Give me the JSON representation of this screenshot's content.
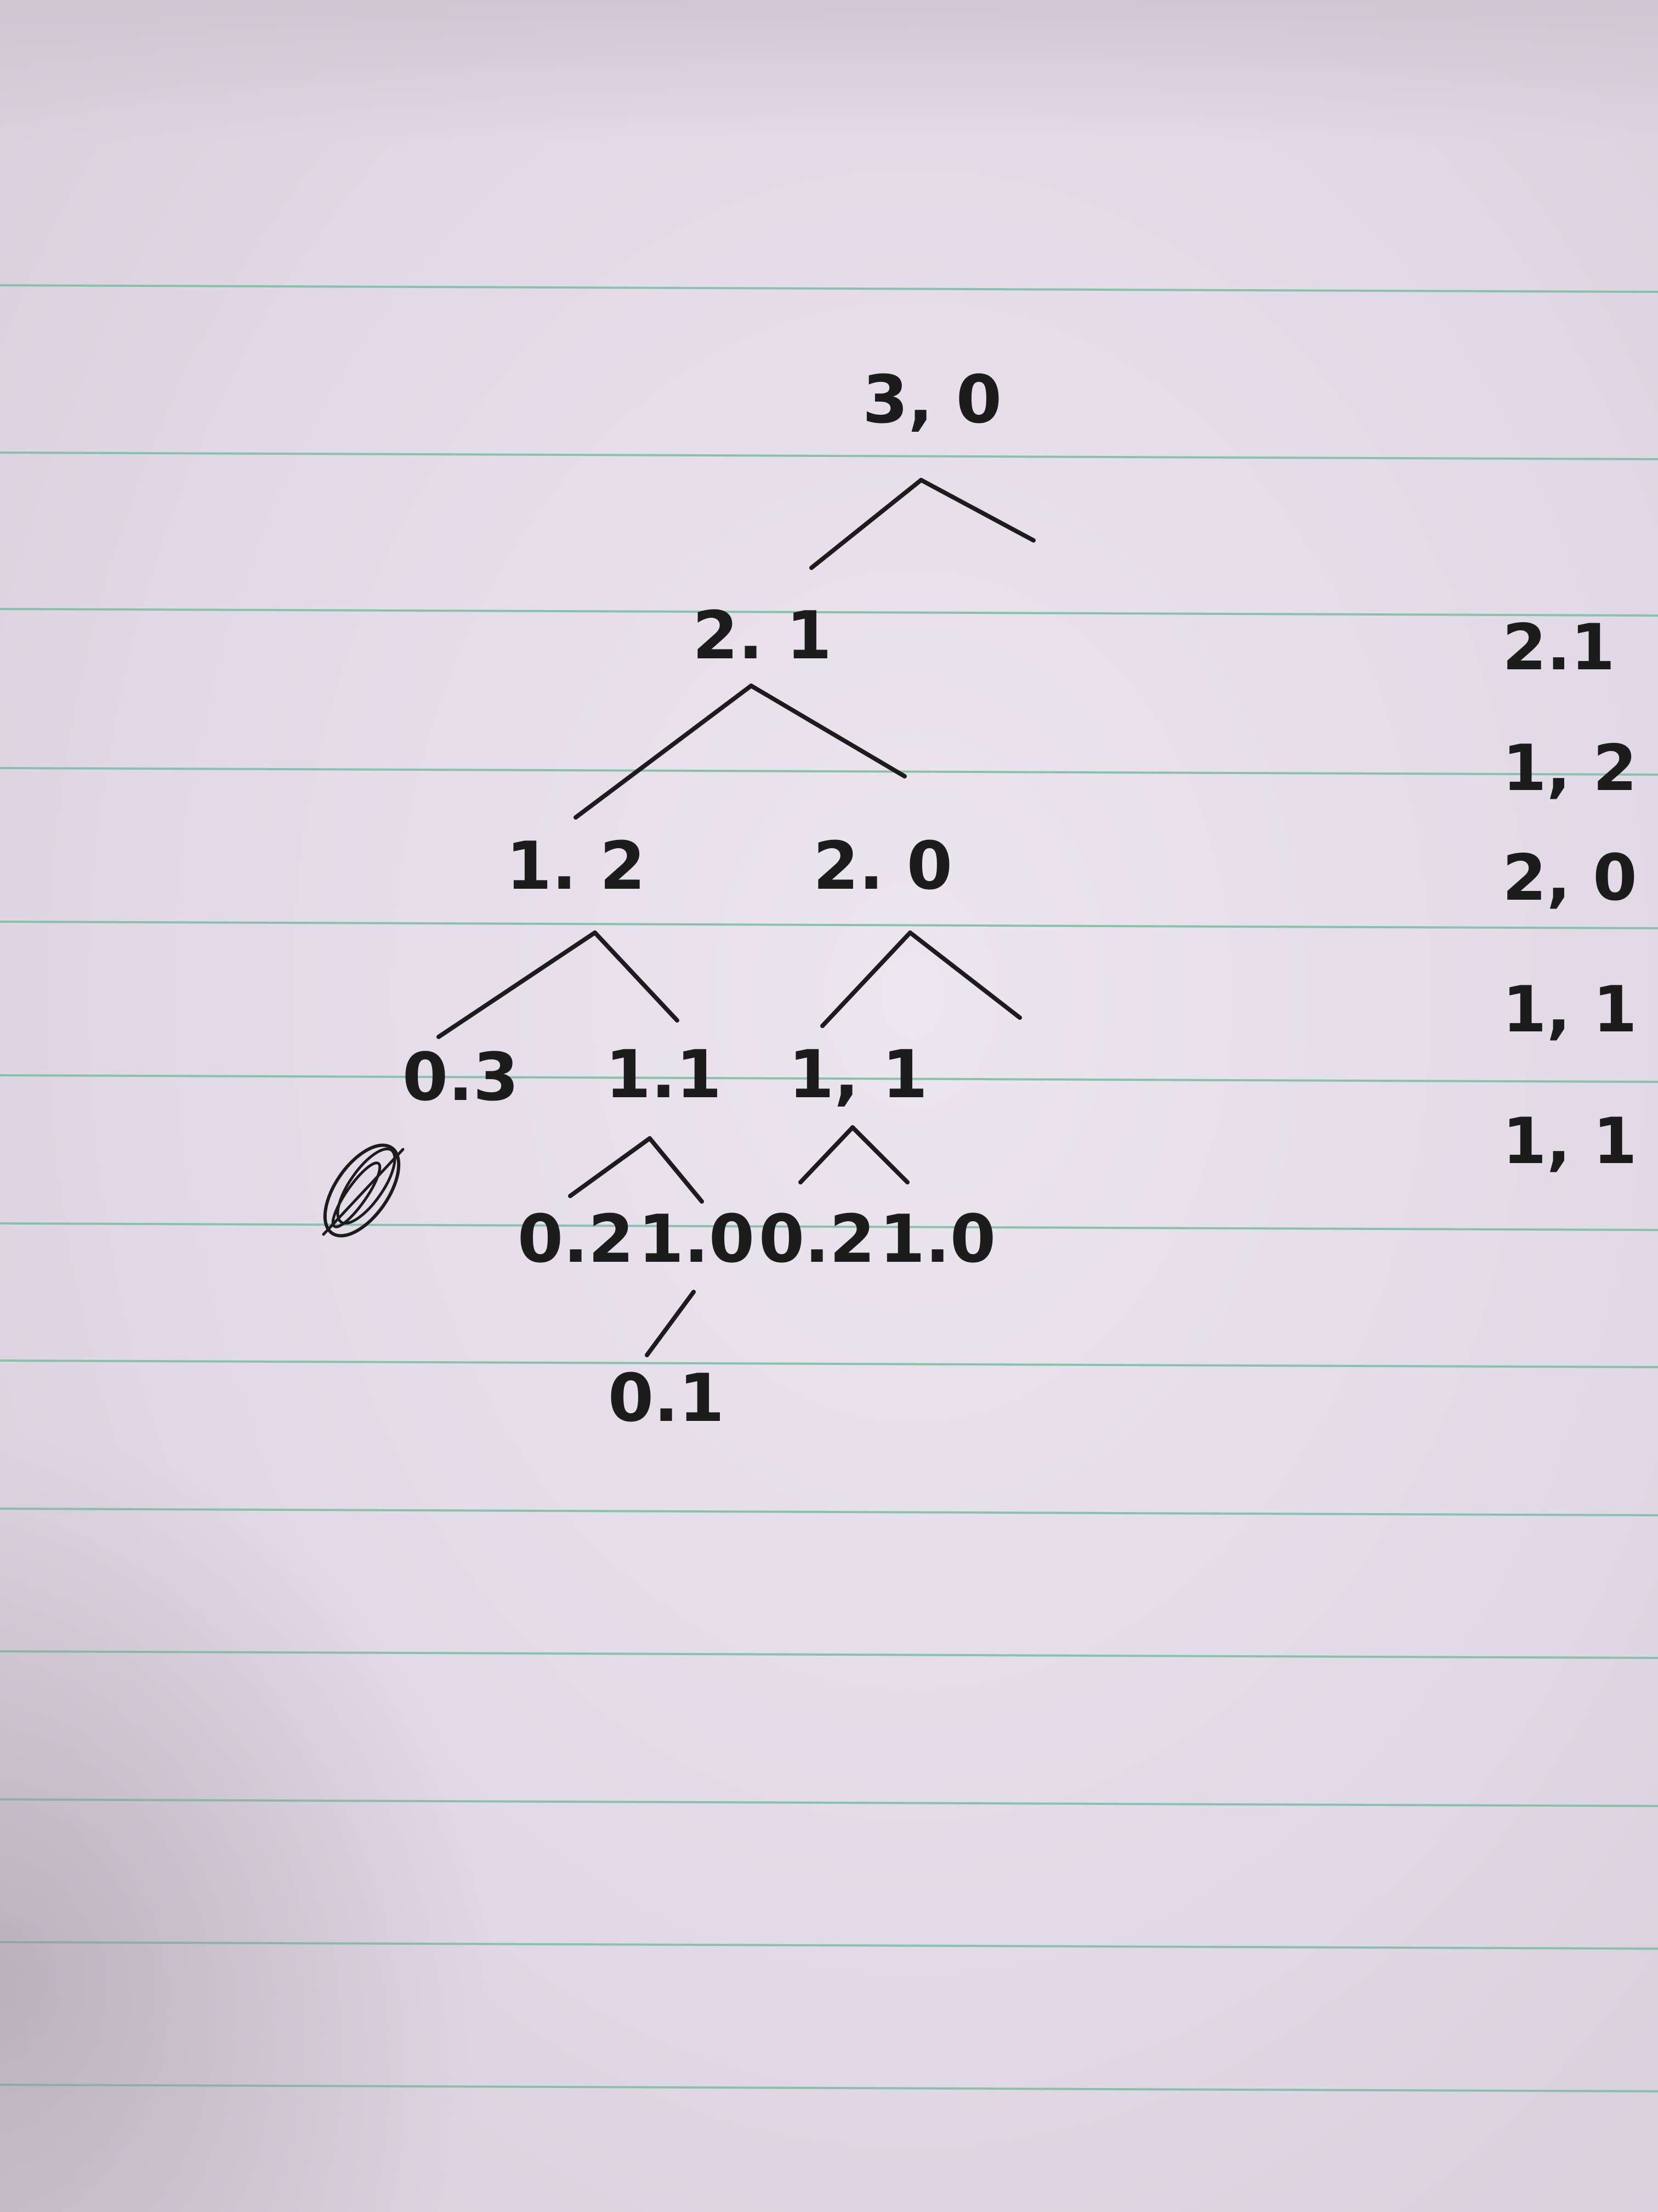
{
  "tree": {
    "nodes": [
      {
        "id": "n30",
        "label": "3, 0"
      },
      {
        "id": "n21",
        "label": "2. 1"
      },
      {
        "id": "n12",
        "label": "1. 2"
      },
      {
        "id": "n20",
        "label": "2. 0"
      },
      {
        "id": "n03",
        "label": "0.3"
      },
      {
        "id": "n11a",
        "label": "1.1"
      },
      {
        "id": "n11b",
        "label": "1, 1"
      },
      {
        "id": "n02a",
        "label": "0.2"
      },
      {
        "id": "n10a",
        "label": "1.0"
      },
      {
        "id": "n02b",
        "label": "0.2"
      },
      {
        "id": "n10b",
        "label": "1.0"
      },
      {
        "id": "n01",
        "label": "0.1"
      }
    ],
    "edges": [
      [
        "n30",
        "n21"
      ],
      [
        "n21",
        "n12"
      ],
      [
        "n21",
        "n20"
      ],
      [
        "n12",
        "n03"
      ],
      [
        "n12",
        "n11a"
      ],
      [
        "n20",
        "n11b"
      ],
      [
        "n11a",
        "n02a"
      ],
      [
        "n11a",
        "n10a"
      ],
      [
        "n11b",
        "n02b"
      ],
      [
        "n11b",
        "n10b"
      ],
      [
        "n10a",
        "n01"
      ]
    ]
  },
  "side_list": [
    "2.1",
    "1, 2",
    "2, 0",
    "1, 1",
    "1, 1"
  ],
  "colors": {
    "ink": "#1c1c1c",
    "rule": "#7fbfa6",
    "paper": "#e6dfe9"
  }
}
